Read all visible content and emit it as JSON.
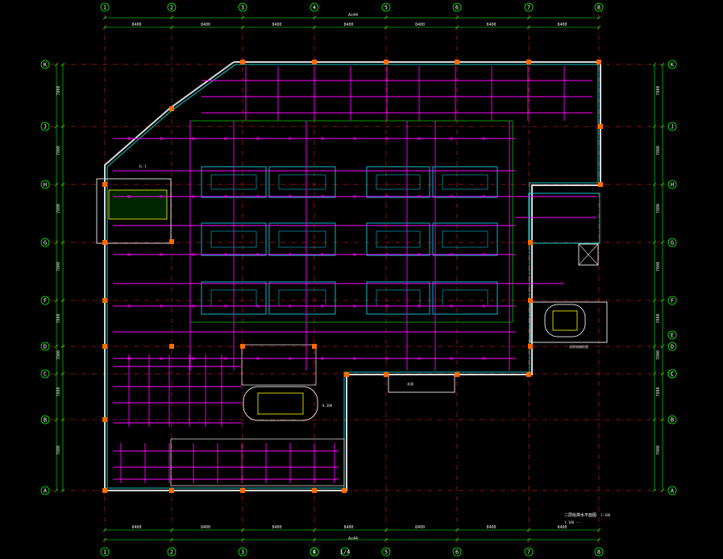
{
  "drawing": {
    "background": "#000000",
    "colors": {
      "axis": "#00ff00",
      "gridline": "#ff2a2a",
      "wall": "#d9d9d9",
      "wall_edge": "#00ffff",
      "column": "#ff6a00",
      "pipe": "#ff00ff",
      "fixture": "#00e5ff",
      "annotation": "#ffffff"
    }
  },
  "axes": {
    "columns": [
      "1",
      "2",
      "3",
      "4",
      "5",
      "6",
      "7",
      "8"
    ],
    "rows": [
      "K",
      "J",
      "H",
      "G",
      "F",
      "D",
      "C",
      "B",
      "A"
    ],
    "bottom_extra": [
      "C",
      "1/4"
    ],
    "right_extra": [
      "E",
      "C"
    ]
  },
  "dimensions": {
    "overall_top": "Ax44",
    "overall_bottom": "Ax44",
    "top_segments": [
      "8400",
      "8400",
      "8400",
      "8400",
      "8400",
      "8400",
      "8400"
    ],
    "bottom_segments": [
      "8400",
      "8400",
      "8400",
      "8400",
      "8400",
      "8400",
      "8400"
    ],
    "left_segments": [
      "7800",
      "7800",
      "7800",
      "7800",
      "7800",
      "7800",
      "7800",
      "7800"
    ],
    "right_segments": [
      "7800",
      "7800",
      "7800",
      "7800",
      "7800",
      "7800",
      "7800",
      "7800"
    ]
  },
  "labels": {
    "plan_title": "二层给排水平面图",
    "plan_scale": "1:100",
    "plan_note": "1:100 ---",
    "room_tag": "0.300",
    "corridor_tag": "走道",
    "riser_tag": "JL-1",
    "east_note": "消防电梯前室"
  }
}
